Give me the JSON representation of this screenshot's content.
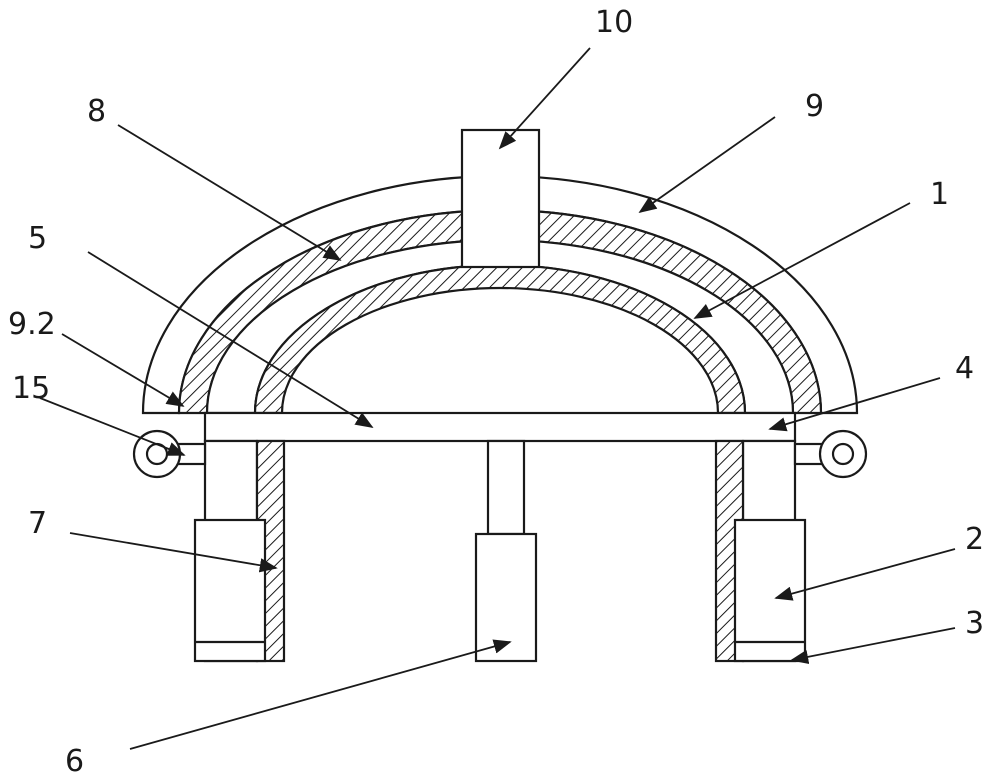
{
  "labels": {
    "l10": "10",
    "l9": "9",
    "l8": "8",
    "l1": "1",
    "l5": "5",
    "l9_2": "9.2",
    "l4": "4",
    "l15": "15",
    "l7": "7",
    "l2": "2",
    "l3": "3",
    "l6": "6"
  },
  "colors": {
    "line": "#1a1a1a",
    "background": "#ffffff"
  }
}
